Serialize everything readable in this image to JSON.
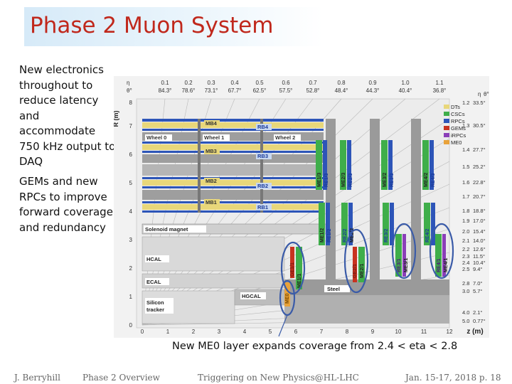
{
  "slide": {
    "title": "Phase 2 Muon System",
    "paragraph1": [
      "New electronics",
      "throughout to",
      "reduce latency",
      "and accommodate",
      "750 kHz output to",
      "DAQ"
    ],
    "paragraph2": [
      "GEMs and new",
      "RPCs to improve",
      "forward coverage",
      "and redundancy"
    ],
    "caption": "New ME0 layer expands coverage from 2.4 < eta < 2.8"
  },
  "figure": {
    "eta_top_label": "η",
    "theta_top_label": "θ°",
    "eta_top": [
      "0.1",
      "0.2",
      "0.3",
      "0.4",
      "0.5",
      "0.6",
      "0.7",
      "0.8",
      "0.9",
      "1.0",
      "1.1"
    ],
    "theta_top": [
      "84.3°",
      "78.6°",
      "73.1°",
      "67.7°",
      "62.5°",
      "57.5°",
      "52.8°",
      "48.4°",
      "44.3°",
      "40.4°",
      "36.8°"
    ],
    "right_header_eta": "η",
    "right_header_theta": "θ°",
    "eta_right": [
      {
        "eta": "1.2",
        "theta": "33.5°"
      },
      {
        "eta": "1.3",
        "theta": "30.5°"
      },
      {
        "eta": "1.4",
        "theta": "27.7°"
      },
      {
        "eta": "1.5",
        "theta": "25.2°"
      },
      {
        "eta": "1.6",
        "theta": "22.8°"
      },
      {
        "eta": "1.7",
        "theta": "20.7°"
      },
      {
        "eta": "1.8",
        "theta": "18.8°"
      },
      {
        "eta": "1.9",
        "theta": "17.0°"
      },
      {
        "eta": "2.0",
        "theta": "15.4°"
      },
      {
        "eta": "2.1",
        "theta": "14.0°"
      },
      {
        "eta": "2.2",
        "theta": "12.6°"
      },
      {
        "eta": "2.3",
        "theta": "11.5°"
      },
      {
        "eta": "2.4",
        "theta": "10.4°"
      },
      {
        "eta": "2.5",
        "theta": "9.4°"
      },
      {
        "eta": "2.8",
        "theta": "7.0°"
      },
      {
        "eta": "3.0",
        "theta": "5.7°"
      },
      {
        "eta": "4.0",
        "theta": "2.1°"
      },
      {
        "eta": "5.0",
        "theta": "0.77°"
      }
    ],
    "y_axis_label": "R (m)",
    "y_ticks": [
      "0",
      "1",
      "2",
      "3",
      "4",
      "5",
      "6",
      "7",
      "8"
    ],
    "x_axis_label": "z (m)",
    "x_ticks": [
      "0",
      "1",
      "2",
      "3",
      "4",
      "5",
      "6",
      "7",
      "8",
      "9",
      "10",
      "11",
      "12"
    ],
    "legend": [
      "DTs",
      "CSCs",
      "RPCs",
      "GEMs",
      "iRPCs",
      "ME0"
    ],
    "legend_colors": [
      "#e8d77a",
      "#3fae4a",
      "#2d55b8",
      "#c8331f",
      "#8a3fb8",
      "#e8a23a"
    ],
    "labels": {
      "wheel0": "Wheel 0",
      "wheel1": "Wheel 1",
      "wheel2": "Wheel 2",
      "mb1": "MB1",
      "mb2": "MB2",
      "mb3": "MB3",
      "mb4": "MB4",
      "rb1": "RB1",
      "rb2": "RB2",
      "rb3": "RB3",
      "rb4": "RB4",
      "solenoid": "Solenoid magnet",
      "hcal": "HCAL",
      "ecal": "ECAL",
      "silicon1": "Silicon",
      "silicon2": "tracker",
      "hgcal": "HGCAL",
      "steel": "Steel",
      "me13": "ME1/3",
      "re13": "RE1/3",
      "me23": "ME2/3",
      "re23": "RE2/3",
      "me32": "ME3/2",
      "re33": "RE3/3",
      "me42": "ME4/2",
      "re43": "RE4/3",
      "me12": "ME1/2",
      "re12": "RE1/2",
      "re22": "RE2/2",
      "me22": "ME2/2",
      "re32": "RE3/2",
      "re42": "RE4/2",
      "ge11": "GE1/1",
      "me11": "ME1/1",
      "ge21": "GE2/1",
      "me21": "ME2/1",
      "re31": "RE3/1",
      "me31": "ME3/1",
      "re41": "RE4/1",
      "me41": "ME4/1",
      "me0": "ME0"
    }
  },
  "footer": {
    "author": "J. Berryhill",
    "section": "Phase 2 Overview",
    "event": "Triggering on New Physics@HL-LHC",
    "date_page": "Jan. 15-17, 2018  p. 18"
  }
}
